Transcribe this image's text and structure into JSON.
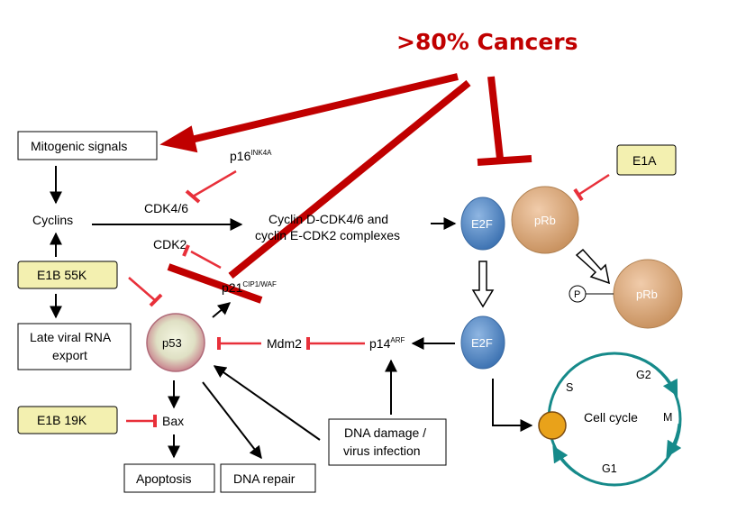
{
  "title": ">80% Cancers",
  "nodes": {
    "mitogenic": "Mitogenic signals",
    "cyclins": "Cyclins",
    "p16": "p16",
    "p16_sup": "INK4A",
    "cdk46": "CDK4/6",
    "cdk2": "CDK2",
    "complexes_line1": "Cyclin D-CDK4/6 and",
    "complexes_line2": "cyclin E-CDK2 complexes",
    "p21": "p21",
    "p21_sup": "CIP1/WAF",
    "e1b55k": "E1B 55K",
    "late_viral_line1": "Late viral RNA",
    "late_viral_line2": "export",
    "p53": "p53",
    "mdm2": "Mdm2",
    "p14": "p14",
    "p14_sup": "ARF",
    "e2f_top": "E2F",
    "prb_top": "pRb",
    "e1a": "E1A",
    "p_label": "P",
    "prb_right": "pRb",
    "e2f_mid": "E2F",
    "e1b19k": "E1B 19K",
    "bax": "Bax",
    "apoptosis": "Apoptosis",
    "dna_repair": "DNA repair",
    "dna_damage_line1": "DNA damage /",
    "dna_damage_line2": "virus infection",
    "cell_cycle": "Cell cycle",
    "phase_s": "S",
    "phase_g2": "G2",
    "phase_m": "M",
    "phase_g1": "G1"
  },
  "colors": {
    "title_red": "#c00000",
    "inhibit_red": "#e8303a",
    "yellow_box": "#f3f0b0",
    "e2f_blue": "#5b8fc9",
    "prb_tan": "#e2b48a",
    "cycle_teal": "#168a8a",
    "p53_pink": "#d9a0a8",
    "marker_orange": "#e9a21a"
  }
}
